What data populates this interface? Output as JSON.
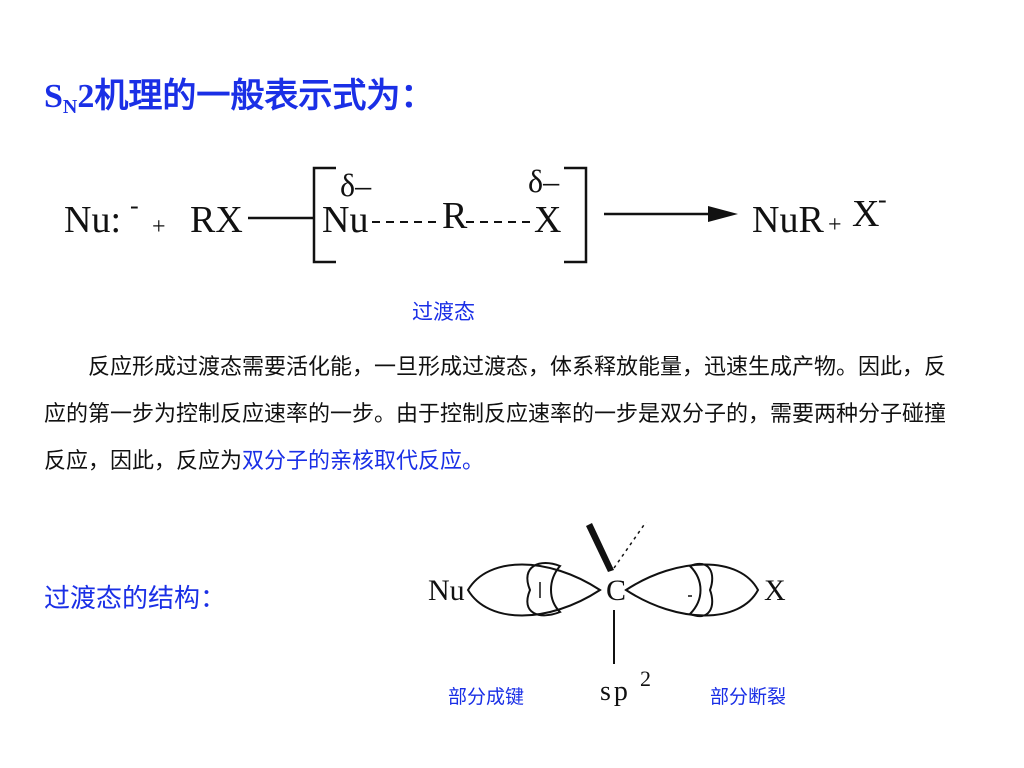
{
  "title": {
    "main": "S",
    "sub": "N",
    "rest": "2机理的一般表示式为："
  },
  "mechanism": {
    "nucleophile": "Nu:",
    "nu_charge": "-",
    "plus1": "+",
    "substrate": "RX",
    "ts_nu": "Nu",
    "ts_r": "R",
    "ts_x": "X",
    "delta_left": "δ–",
    "delta_right": "δ–",
    "product": "NuR",
    "plus2": "+",
    "leaving": "X",
    "leaving_charge": "-"
  },
  "transition_state_label": "过渡态",
  "paragraph": {
    "text": "　　反应形成过渡态需要活化能，一旦形成过渡态，体系释放能量，迅速生成产物。因此，反应的第一步为控制反应速率的一步。由于控制反应速率的一步是双分子的，需要两种分子碰撞反应，因此，反应为",
    "highlight": "双分子的亲核取代反应",
    "end": "。"
  },
  "structure_heading": "过渡态的结构：",
  "structure": {
    "nu": "Nu",
    "c": "C",
    "x": "X",
    "hybrid": "sp",
    "hybrid_sup": "2",
    "left_caption": "部分成键",
    "right_caption": "部分断裂"
  }
}
